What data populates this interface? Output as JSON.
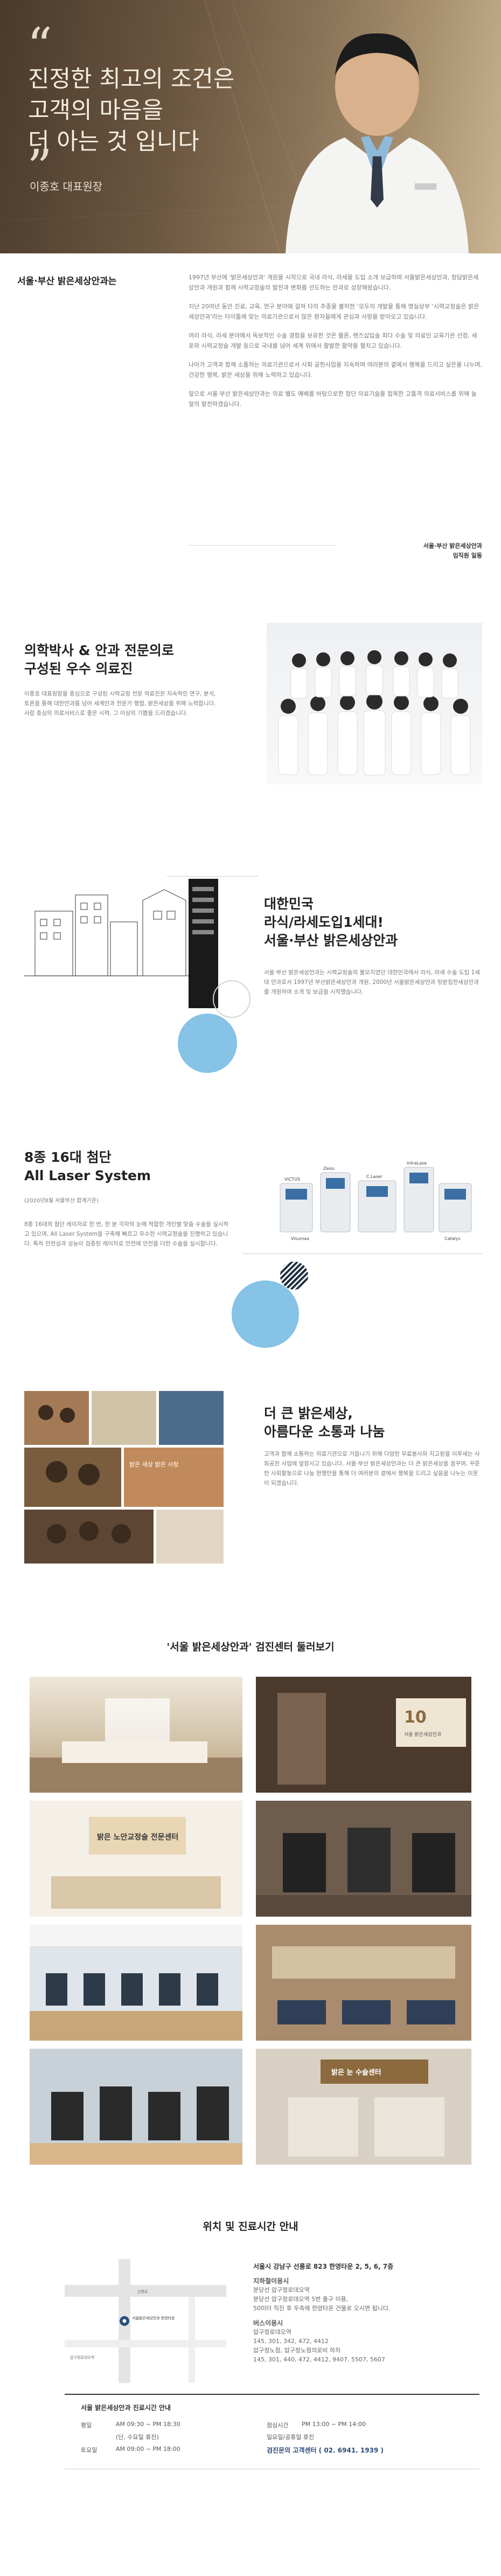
{
  "hero": {
    "title_lines": [
      "진정한 최고의 조건은",
      "고객의 마음을",
      "더 아는 것 입니다"
    ],
    "signature": "이종호 대표원장"
  },
  "intro": {
    "heading": "서울·부산 밝은세상안과는",
    "paragraphs": [
      "1997년 부산에 '밝은세상안과' 개원을 시작으로 국내 라식, 라세을 도입 소개 보급하며 서울밝은세상안과, 청담밝은세상안과 개원과 함께 시력교정술의 발전과 변화를 선도하는 안과로 성장해왔습니다.",
      "지난 20여년 동안 진료, 교육, 연구 분야에 걸쳐 타의 추종을 불허한 ‘모두의 개발을 통해 명실상부 ‘시력교정술은 밝은세상안과'라는 타이틀에 맞는 의료기관으로서 많은 환자들에게 관심과 사랑을 받아오고 있습니다.",
      "여러 라식, 라세 분야에서 독보적인 수술 경험을 보유한 것은 물론, 렌즈삽입술 최다 수술 및 의료인 교육기관 선정, 세포와 시력교정술 개발 등으로 국내를 넘어 세계 위에서 활발한 활약을 펼치고 있습니다.",
      "나아가 고객과 함께 소통하는 의료기관으로서 사회 공헌사업을 지속하며 여러분의 곁에서 행복을 드리고 싶은을 나누며, 건강한 행복, 밝은 세상을 위해 노력하고 있습니다.",
      "앞으로 서울·부산 밝은세상안과는 의료 별도 예배를 바탕으로한 첨단 의료기술을 접목한 고품격 의료서비스를 위해 늘 앞의 발전하겠습니다."
    ],
    "sign_line1": "서울·부산 밝은세상안과",
    "sign_line2": "임직원 일동"
  },
  "doctors": {
    "heading_line1": "의학박사 & 안과 전문의로",
    "heading_line2": "구성된 우수 의료진",
    "body": "이종호 대표원장을 중심으로 구성된 시력교정 전문 의료진은 지속적인 연구, 분석, 토론을 통해 대한안과를 넘어 세계안과 전문가 행렬, 밝은세상을 위해 노력합니다. 사람 중심의 의료서비스로 좋은 시력, 그 이상의 기쁨을 드리겠습니다."
  },
  "lasik": {
    "heading_line1": "대한민국",
    "heading_line2": "라식/라세도입1세대!",
    "heading_line3": "서울·부산 밝은세상안과",
    "body": "서울·부산 밝은세상안과는 시력교정술의 불모지였던 대한민국에서 라식, 라세 수술 도입 1세대 안과로서 1997년 부산밝은세상안과 개원, 2000년 서울밝은세상안과 뒷받침한세상안과를 개원하여 소개 및 보급을 시작했습니다."
  },
  "laser": {
    "heading_line1": "8종 16대 첨단",
    "heading_line2": "All Laser System",
    "date_note": "(2020년8월 서울부산 합계기준)",
    "body": "8종 16대의 첨단 레이저로 한 번, 한 분 각자의 눈에 적합한 개인별 맞춤 수술을 실시하고 있으며, All Laser System을 구축해 빠르고 우수한 시력교정술을 진행하고 있습니다. 특히 안전성과 성능이 검증된 레이저로 안전에 안전을 더한 수술을 실시합니다.",
    "device_labels": [
      "VICTUS",
      "Zeiss",
      "C.Laser",
      "IntraLase",
      "Visumax",
      "Catalys"
    ]
  },
  "share": {
    "heading_line1": "더 큰 밝은세상,",
    "heading_line2": "아름다운 소통과 나눔",
    "body": "고객과 함께 소통하는 의료기관으로 거듭나기 위해 다양한 무료봉사와 지고원을 이루세는 사회공헌 사업에 앞장서고 있습니다. 서울·부산 밝은세상안과는 더 큰 밝은세상을 꿈꾸며, 꾸준한 사회활동으로 나눔 현행만을 통해 더 여러분의 곁에서 행복을 드리고 싶음을 나누는 이웃이 되겠습니다.",
    "banner_text": "밝은 세상 밝은 사랑"
  },
  "tour": {
    "heading": "'서울 밝은세상안과' 검진센터 둘러보기",
    "sign1": "10",
    "sign1_text": "서울 밝은세상안과",
    "sign2_text": "밝은 노안교정술 전문센터",
    "sign3_text": "밝은 눈 수술센터"
  },
  "location": {
    "heading": "위치 및 진료시간 안내",
    "address": "서울시 강남구 선릉로 823 한영타운 2, 5, 6, 7층",
    "subway_label": "지하철이용시",
    "subway_lines": [
      "분당선 압구정로데오역",
      "분당선 압구정로데오역 5번 출구 이용,",
      "50미터 직진 후 우측에 한양타운 건물로 오시면 됩니다."
    ],
    "bus_label": "버스이용시",
    "bus_lines": [
      "압구정로데오역",
      "145, 301, 342, 472, 4412",
      "압구정노점, 압구정노점의로비 하차",
      "145, 301, 440, 472, 4412, 9407, 5507, 5607"
    ],
    "map_labels": [
      "서울밝은세상안과 한양타운",
      "선릉로",
      "압구정로데오역"
    ]
  },
  "hours": {
    "heading": "서울 밝은세상안과 진료시간 안내",
    "weekday_label": "평일",
    "weekday_time": "AM 09:30 ~ PM 18:30",
    "weekday_note": "(단, 수요일 휴진)",
    "saturday_label": "토요일",
    "saturday_time": "AM 09:00 ~ PM 18:00",
    "lunch_label": "점심시간",
    "lunch_time": "PM 13:00 ~ PM 14:00",
    "holiday_label": "일요일/공휴일 휴진",
    "phone": "검진문의 고객센터 ( 02. 6941. 1939 )"
  },
  "colors": {
    "accent_blue": "#86c3e6",
    "navy": "#1f2e3f",
    "hero_brown": "#6b5640",
    "phone_text": "#2a4d7a"
  }
}
